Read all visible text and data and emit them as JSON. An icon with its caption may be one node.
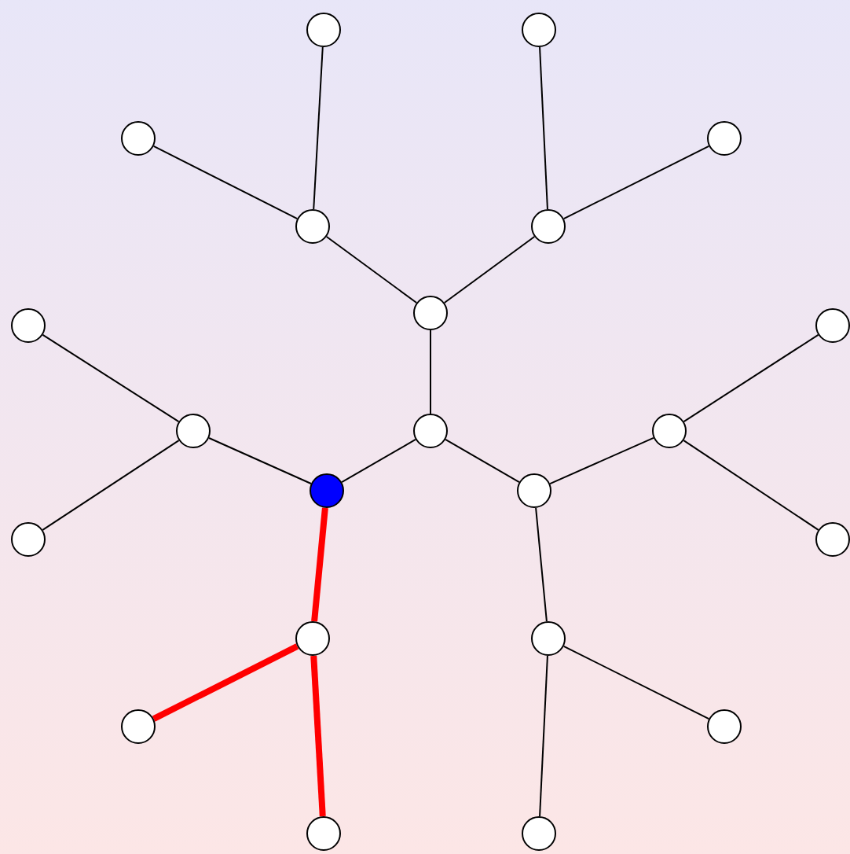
{
  "diagram": {
    "nodes": [
      {
        "text": [],
        "shape": "circle"
      },
      {
        "text": [],
        "shape": "circle"
      },
      {
        "text": [],
        "shape": "circle"
      },
      {
        "text": [],
        "shape": "circle"
      },
      {
        "text": [],
        "shape": "circle"
      },
      {
        "text": [],
        "shape": "circle"
      },
      {
        "text": [],
        "shape": "circle"
      },
      {
        "text": [],
        "shape": "circle"
      },
      {
        "text": [],
        "shape": "circle"
      },
      {
        "text": [],
        "shape": "circle"
      },
      {
        "text": [],
        "shape": "circle"
      },
      {
        "text": [],
        "shape": "circle"
      },
      {
        "text": [],
        "shape": "circle"
      },
      {
        "text": [],
        "shape": "circle"
      },
      {
        "text": [],
        "shape": "circle"
      },
      {
        "text": [],
        "shape": "circle"
      },
      {
        "text": [],
        "shape": "circle"
      },
      {
        "text": [],
        "shape": "circle"
      },
      {
        "text": [],
        "shape": "circle"
      },
      {
        "text": [],
        "shape": "circle"
      },
      {
        "text": [],
        "shape": "circle"
      },
      {
        "text": [],
        "shape": "circle"
      }
    ],
    "edges": [
      {
        "from": 10,
        "to": 6,
        "arrow": "none"
      },
      {
        "from": 6,
        "to": 4,
        "arrow": "none"
      },
      {
        "from": 6,
        "to": 5,
        "arrow": "none"
      },
      {
        "from": 4,
        "to": 0,
        "arrow": "none"
      },
      {
        "from": 4,
        "to": 2,
        "arrow": "none"
      },
      {
        "from": 5,
        "to": 1,
        "arrow": "none"
      },
      {
        "from": 5,
        "to": 3,
        "arrow": "none"
      },
      {
        "from": 10,
        "to": 12,
        "arrow": "none"
      },
      {
        "from": 12,
        "to": 9,
        "arrow": "none"
      },
      {
        "from": 9,
        "to": 7,
        "arrow": "none"
      },
      {
        "from": 9,
        "to": 14,
        "arrow": "none"
      },
      {
        "from": 10,
        "to": 13,
        "arrow": "none"
      },
      {
        "from": 13,
        "to": 11,
        "arrow": "none"
      },
      {
        "from": 11,
        "to": 8,
        "arrow": "none"
      },
      {
        "from": 11,
        "to": 15,
        "arrow": "none"
      },
      {
        "from": 13,
        "to": 17,
        "arrow": "none"
      },
      {
        "from": 17,
        "to": 19,
        "arrow": "none"
      },
      {
        "from": 17,
        "to": 21,
        "arrow": "none"
      },
      {
        "from": 12,
        "to": 16,
        "arrow": "none",
        "style": "thick",
        "color": "#ff0000"
      },
      {
        "from": 16,
        "to": 18,
        "arrow": "none",
        "style": "thick",
        "color": "#ff0000"
      },
      {
        "from": 16,
        "to": 20,
        "arrow": "none",
        "style": "thick",
        "color": "#ff0000"
      }
    ]
  }
}
